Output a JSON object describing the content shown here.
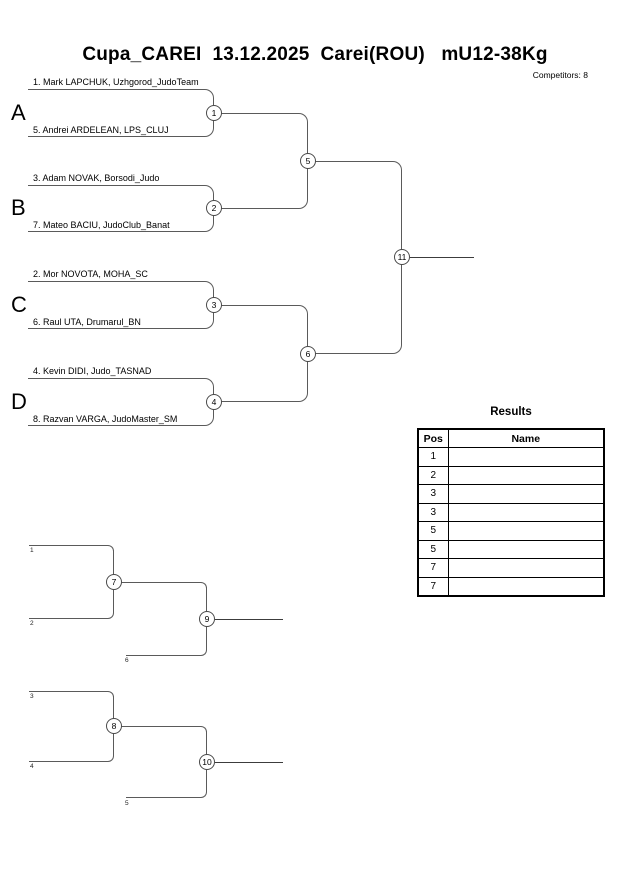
{
  "header": {
    "title": "Cupa_CAREI  13.12.2025  Carei(ROU)   mU12-38Kg",
    "competitors_label": "Competitors: 8"
  },
  "bracket": {
    "sections": [
      {
        "letter": "A",
        "match_no": "1",
        "top": "1. Mark LAPCHUK, Uzhgorod_JudoTeam",
        "bottom": "5. Andrei ARDELEAN, LPS_CLUJ"
      },
      {
        "letter": "B",
        "match_no": "2",
        "top": "3. Adam NOVAK, Borsodi_Judo",
        "bottom": "7. Mateo BACIU, JudoClub_Banat"
      },
      {
        "letter": "C",
        "match_no": "3",
        "top": "2. Mor NOVOTA, MOHA_SC",
        "bottom": "6. Raul UTA, Drumarul_BN"
      },
      {
        "letter": "D",
        "match_no": "4",
        "top": "4. Kevin DIDI, Judo_TASNAD",
        "bottom": "8. Razvan VARGA, JudoMaster_SM"
      }
    ],
    "semifinal_match_nos": [
      "5",
      "6"
    ],
    "final_match_no": "11"
  },
  "repechage": {
    "brackets": [
      {
        "feeder_top": "1",
        "feeder_bottom": "2",
        "first_match_no": "7",
        "cross_feeder": "6",
        "final_match_no": "9"
      },
      {
        "feeder_top": "3",
        "feeder_bottom": "4",
        "first_match_no": "8",
        "cross_feeder": "5",
        "final_match_no": "10"
      }
    ]
  },
  "results": {
    "title": "Results",
    "columns": [
      "Pos",
      "Name"
    ],
    "rows": [
      {
        "pos": "1",
        "name": ""
      },
      {
        "pos": "2",
        "name": ""
      },
      {
        "pos": "3",
        "name": ""
      },
      {
        "pos": "3",
        "name": ""
      },
      {
        "pos": "5",
        "name": ""
      },
      {
        "pos": "5",
        "name": ""
      },
      {
        "pos": "7",
        "name": ""
      },
      {
        "pos": "7",
        "name": ""
      }
    ]
  },
  "colors": {
    "line": "#5a5a5a",
    "text": "#000000",
    "table_border": "#000000"
  }
}
